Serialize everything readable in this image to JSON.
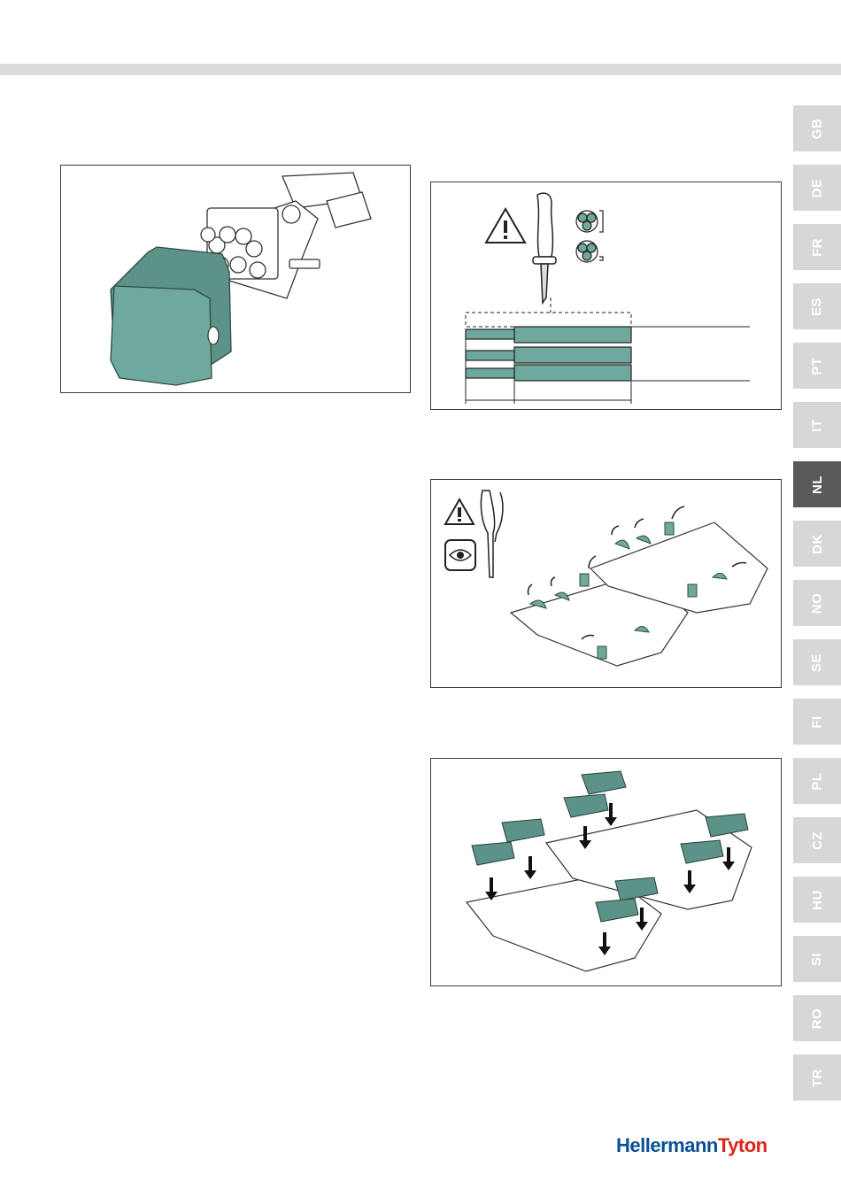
{
  "language_tabs": [
    {
      "code": "GB",
      "active": false
    },
    {
      "code": "DE",
      "active": false
    },
    {
      "code": "FR",
      "active": false
    },
    {
      "code": "ES",
      "active": false
    },
    {
      "code": "PT",
      "active": false
    },
    {
      "code": "IT",
      "active": false
    },
    {
      "code": "NL",
      "active": true
    },
    {
      "code": "DK",
      "active": false
    },
    {
      "code": "NO",
      "active": false
    },
    {
      "code": "SE",
      "active": false
    },
    {
      "code": "FI",
      "active": false
    },
    {
      "code": "PL",
      "active": false
    },
    {
      "code": "CZ",
      "active": false
    },
    {
      "code": "HU",
      "active": false
    },
    {
      "code": "SI",
      "active": false
    },
    {
      "code": "RO",
      "active": false
    },
    {
      "code": "TR",
      "active": false
    }
  ],
  "brand": {
    "part1": "Hellermann",
    "part2": "Tyton",
    "color1": "#0a4f96",
    "color2": "#e2231a"
  },
  "colors": {
    "accent_teal": "#6fa89c",
    "tab_inactive": "#d7d7d7",
    "tab_active": "#595959"
  }
}
